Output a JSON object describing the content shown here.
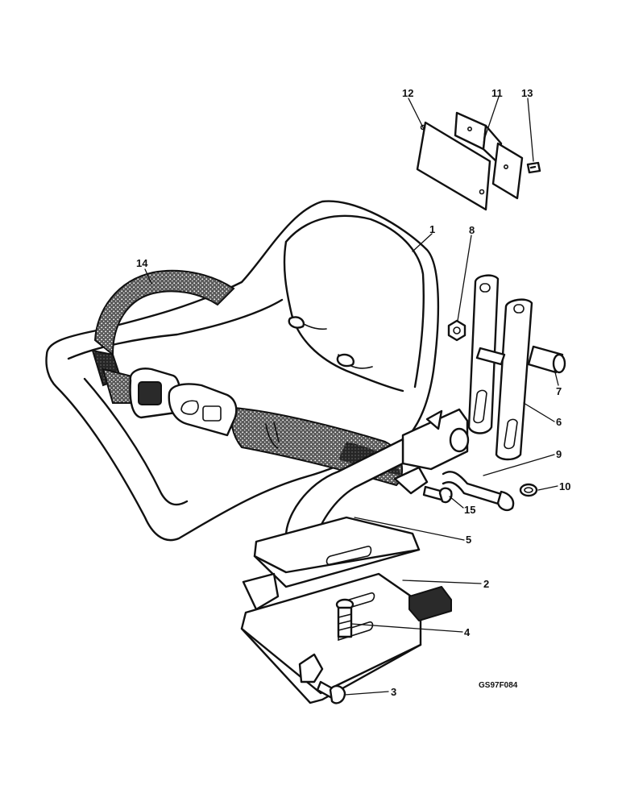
{
  "diagram": {
    "drawing_code": "GS97F084",
    "callouts": [
      {
        "label": "12",
        "part": "backing-plate"
      },
      {
        "label": "11",
        "part": "bracket-plate"
      },
      {
        "label": "13",
        "part": "screw"
      },
      {
        "label": "1",
        "part": "seat-pan"
      },
      {
        "label": "8",
        "part": "nut"
      },
      {
        "label": "14",
        "part": "seat-belt"
      },
      {
        "label": "7",
        "part": "spacer-tube"
      },
      {
        "label": "6",
        "part": "mounting-strap"
      },
      {
        "label": "9",
        "part": "pivot-pin"
      },
      {
        "label": "10",
        "part": "retaining-clip"
      },
      {
        "label": "15",
        "part": "belt-bolt"
      },
      {
        "label": "5",
        "part": "seat-support-bracket"
      },
      {
        "label": "2",
        "part": "slide-rail"
      },
      {
        "label": "4",
        "part": "bolt"
      },
      {
        "label": "3",
        "part": "bolt"
      }
    ]
  }
}
